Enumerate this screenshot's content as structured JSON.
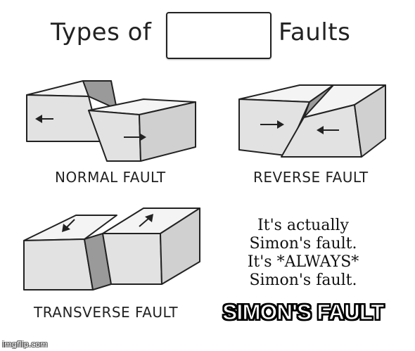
{
  "header": {
    "title_left": "Types of",
    "title_right": "Faults",
    "blank_box": ""
  },
  "panels": {
    "normal": {
      "caption": "NORMAL FAULT"
    },
    "reverse": {
      "caption": "REVERSE FAULT"
    },
    "transverse": {
      "caption": "TRANSVERSE FAULT"
    }
  },
  "fourth_panel": {
    "lines": [
      "It's actually",
      "Simon's fault.",
      "It's *ALWAYS*",
      "Simon's fault."
    ],
    "impact_caption": "SIMON'S FAULT"
  },
  "watermark": "imgflip.com",
  "colors": {
    "background": "#ffffff",
    "ink": "#222222",
    "block_face": "#e2e2e2",
    "block_top": "#f4f4f4",
    "fault_plane": "#9a9a9a"
  }
}
